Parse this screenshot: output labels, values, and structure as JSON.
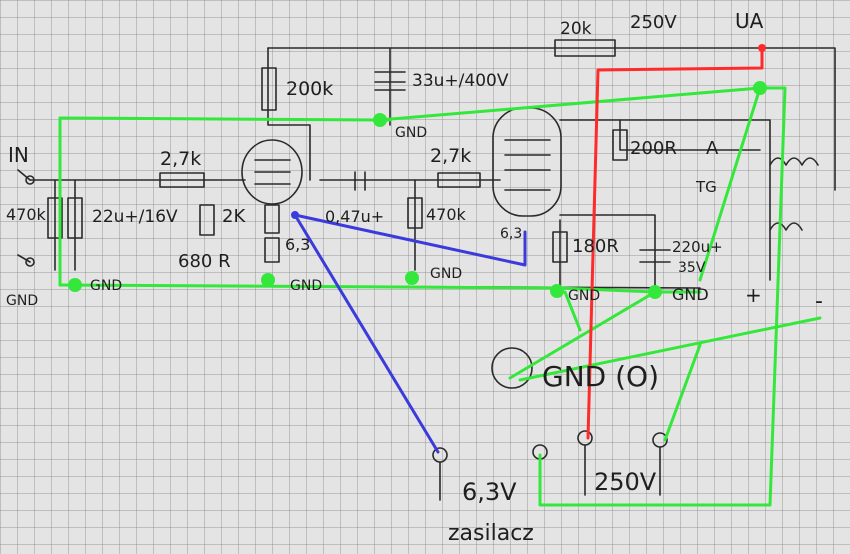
{
  "labels": {
    "in": "IN",
    "gnd_left": "GND",
    "r_470k_left": "470k",
    "c_22u": "22u+/16V",
    "r_2k7_in": "2,7k",
    "r_2k": "2K",
    "r_680": "680 R",
    "heater_63_a": "6,3",
    "r_200k": "200k",
    "c_33u": "33u+/400V",
    "gnd_top": "GND",
    "c_047": "0,47u+",
    "r_470k_mid": "470k",
    "r_2k7_g2": "2,7k",
    "heater_63_b": "6,3",
    "r_200r": "200R",
    "anode_a": "A",
    "transformer_tg": "TG",
    "r_180r": "180R",
    "c_220u": "220u+",
    "c_220u_v": "35V",
    "r_20k": "20k",
    "v_250_top": "250V",
    "ua": "UA",
    "gnd1": "GND",
    "gnd2": "GND",
    "gnd3": "GND",
    "gnd4": "GND",
    "gnd5": "GND",
    "plus": "+",
    "minus": "-",
    "gnd_o": "GND (O)",
    "v_63": "6,3V",
    "v_250": "250V",
    "psu": "zasilacz"
  },
  "colors": {
    "ground_wire": "#33e83a",
    "high_voltage_wire": "#ff2a2a",
    "heater_wire": "#3b3bdd",
    "ink": "#2a2a2a"
  }
}
